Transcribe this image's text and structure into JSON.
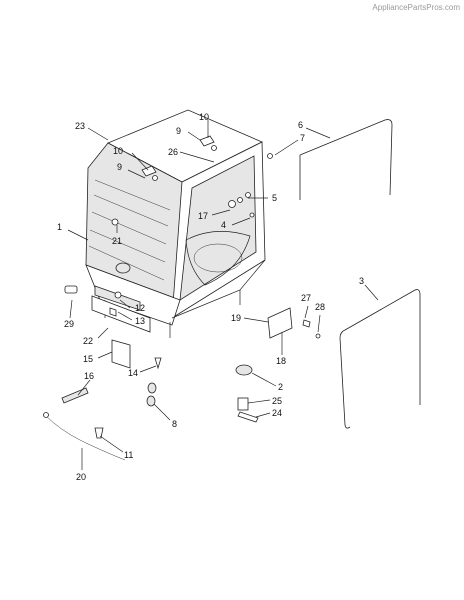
{
  "watermark": "AppliancePartsPros.com",
  "callouts": {
    "c1": "1",
    "c2": "2",
    "c3": "3",
    "c4": "4",
    "c5": "5",
    "c6": "6",
    "c7": "7",
    "c8": "8",
    "c9a": "9",
    "c9b": "9",
    "c10a": "10",
    "c10b": "10",
    "c11": "11",
    "c12": "12",
    "c13": "13",
    "c14": "14",
    "c15": "15",
    "c16": "16",
    "c17": "17",
    "c18": "18",
    "c19": "19",
    "c20": "20",
    "c21": "21",
    "c22": "22",
    "c23": "23",
    "c24": "24",
    "c25": "25",
    "c26": "26",
    "c27": "27",
    "c28": "28",
    "c29": "29"
  }
}
